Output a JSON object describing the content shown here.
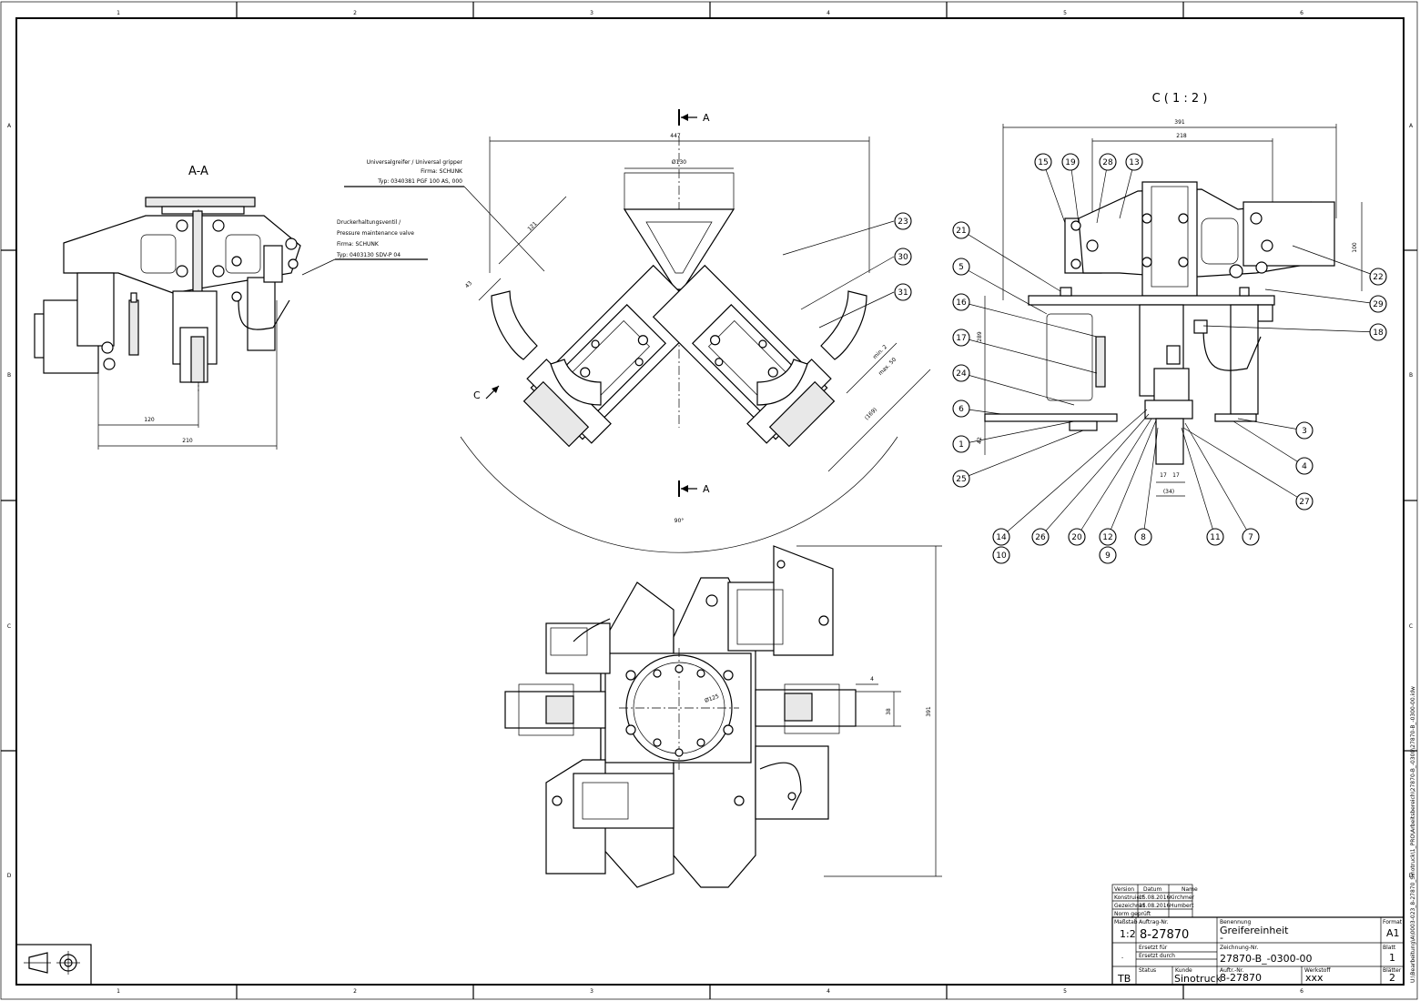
{
  "grid": {
    "columns": [
      "1",
      "2",
      "3",
      "4",
      "5",
      "6"
    ],
    "rows": [
      "A",
      "B",
      "C",
      "D"
    ]
  },
  "views": {
    "section_label": "A-A",
    "detail_label": "C ( 1 : 2 )",
    "cut_marker": "A",
    "view_marker": "C"
  },
  "notes": {
    "gripper": [
      "Universalgreifer / Universal gripper",
      "Firma: SCHUNK",
      "Typ: 0340381 PGF 100 AS, 000"
    ],
    "valve": [
      "Druckerhaltungsventil /",
      "Pressure maintenance valve",
      "Firma: SCHUNK",
      "Typ: 0403130 SDV-P 04"
    ]
  },
  "dimensions": {
    "aa_120": "120",
    "aa_210": "210",
    "top_447": "447",
    "top_d130": "Ø130",
    "top_121": "121",
    "top_43": "43",
    "top_min2": "min. 2",
    "top_max50": "max. 50",
    "top_169": "(169)",
    "top_90": "90°",
    "c_391": "391",
    "c_218": "218",
    "c_100": "100",
    "c_289": "289",
    "c_42": "42",
    "c_17a": "17",
    "c_17b": "17",
    "c_34": "(34)",
    "bot_391": "391",
    "bot_38": "38",
    "bot_4": "4",
    "bot_d125": "Ø125"
  },
  "balloons_top": [
    "23",
    "30",
    "31"
  ],
  "balloons_c": [
    "15",
    "19",
    "28",
    "13",
    "21",
    "5",
    "16",
    "17",
    "24",
    "6",
    "1",
    "25",
    "22",
    "29",
    "18",
    "3",
    "4",
    "27",
    "14",
    "10",
    "26",
    "20",
    "12",
    "9",
    "8",
    "11",
    "7"
  ],
  "title_block": {
    "rows": [
      {
        "role": "Version",
        "date": "Datum",
        "name": "Name"
      },
      {
        "role": "Konstruiert",
        "date": "15.08.2016",
        "name": "Kirchmer"
      },
      {
        "role": "Gezeichnet",
        "date": "15.08.2016",
        "name": "Humbert"
      },
      {
        "role": "Norm geprüft",
        "date": "",
        "name": ""
      }
    ],
    "scale_label": "Maßstab",
    "scale": "1:2",
    "order_label": "Auftrag-Nr.",
    "order_no": "8-27870",
    "designation_label": "Benennung",
    "designation": "Greifereinheit",
    "designation_sub": "-",
    "format_label": "Format",
    "format": "A1",
    "origin_label": "Ersetzt für",
    "replaced_label": "Ersetzt durch",
    "drawing_no_label": "Zeichnung-Nr.",
    "drawing_no": "27870-B_-0300-00",
    "sheet_label": "Blatt",
    "sheet": "1",
    "state_label": "Status",
    "state": "TB",
    "customer_label": "Kunde",
    "customer": "Sinotruck",
    "project_label": "Auftr.-Nr.",
    "project": "8-27870",
    "material_label": "Werkstoff",
    "material": "xxx",
    "sheets_label": "Blätter",
    "sheets": "2",
    "dash": "-"
  },
  "file_path": "U:\\Bearbeitung\\A\\0003-023_8-27870_Sinotruck\\1_PRO\\Arbeitsbereich\\27870-B_-0300\\27870-B_-0300-00.idw"
}
